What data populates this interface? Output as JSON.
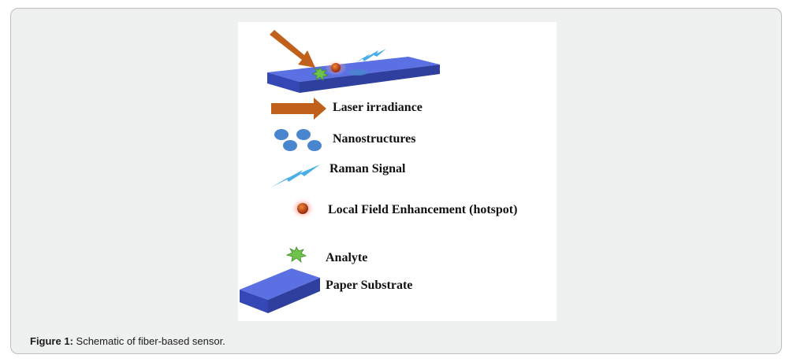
{
  "figure": {
    "caption_label": "Figure 1:",
    "caption_text": " Schematic of fiber-based sensor.",
    "legend": [
      {
        "key": "laser",
        "icon": "laser-arrow-icon",
        "label": "Laser irradiance"
      },
      {
        "key": "nano",
        "icon": "nanostructures-icon",
        "label": "Nanostructures"
      },
      {
        "key": "raman",
        "icon": "raman-signal-icon",
        "label": "Raman Signal"
      },
      {
        "key": "hotspot",
        "icon": "hotspot-icon",
        "label": "Local Field Enhancement (hotspot)"
      },
      {
        "key": "analyte",
        "icon": "analyte-icon",
        "label": "Analyte"
      },
      {
        "key": "substrate",
        "icon": "paper-substrate-icon",
        "label": "Paper Substrate"
      }
    ]
  },
  "colors": {
    "laser": "#c0601a",
    "nanostructure": "#4a86cf",
    "raman": "#4aaee8",
    "hotspot": "#c0421a",
    "analyte": "#6fc24a",
    "substrate_top": "#4b60d8",
    "substrate_side": "#2e3f9e"
  }
}
